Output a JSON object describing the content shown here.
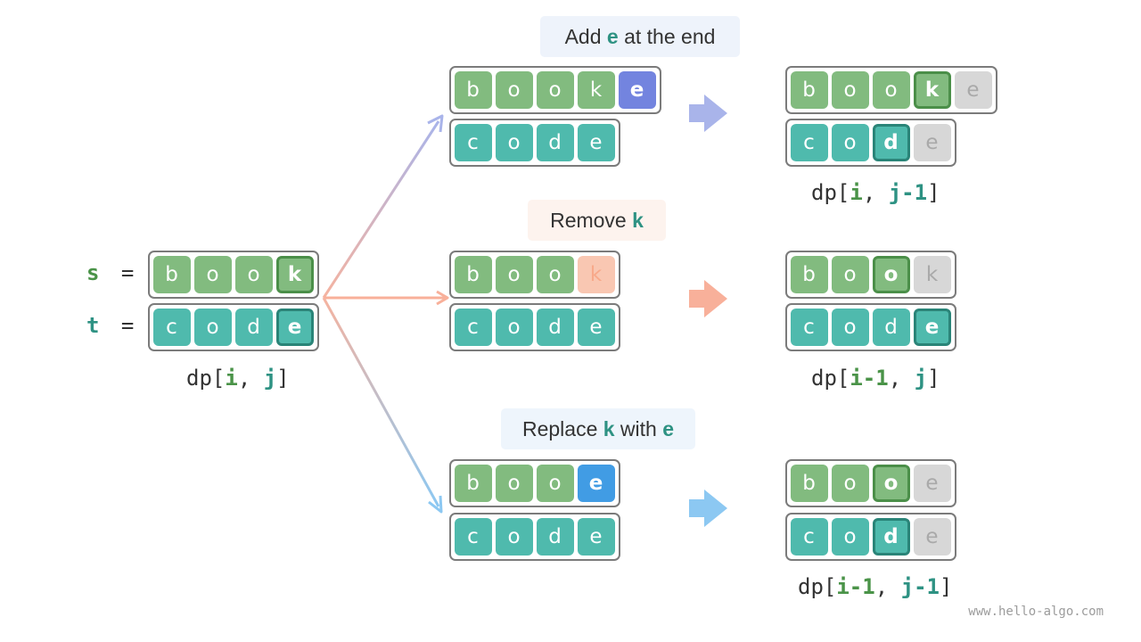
{
  "start": {
    "s_label": "s",
    "t_label": "t",
    "eq": "=",
    "s": [
      "b",
      "o",
      "o",
      "k"
    ],
    "t": [
      "c",
      "o",
      "d",
      "e"
    ],
    "dp": {
      "prefix": "dp[",
      "a": "i",
      "sep": ", ",
      "b": "j",
      "suffix": "]"
    }
  },
  "add": {
    "op": {
      "before": "Add ",
      "letter": "e",
      "after": " at the end"
    },
    "s": [
      "b",
      "o",
      "o",
      "k",
      "e"
    ],
    "t": [
      "c",
      "o",
      "d",
      "e"
    ],
    "res_s": [
      "b",
      "o",
      "o",
      "k",
      "e"
    ],
    "res_t": [
      "c",
      "o",
      "d",
      "e"
    ],
    "dp": {
      "prefix": "dp[",
      "a": "i",
      "sep": ", ",
      "b": "j-1",
      "suffix": "]"
    }
  },
  "remove": {
    "op": {
      "before": "Remove ",
      "letter": "k",
      "after": ""
    },
    "s": [
      "b",
      "o",
      "o",
      "k"
    ],
    "t": [
      "c",
      "o",
      "d",
      "e"
    ],
    "res_s": [
      "b",
      "o",
      "o",
      "k"
    ],
    "res_t": [
      "c",
      "o",
      "d",
      "e"
    ],
    "dp": {
      "prefix": "dp[",
      "a": "i-1",
      "sep": ", ",
      "b": "j",
      "suffix": "]"
    }
  },
  "replace": {
    "op": {
      "before": "Replace ",
      "letter": "k",
      "mid": " with ",
      "letter2": "e"
    },
    "s": [
      "b",
      "o",
      "o",
      "e"
    ],
    "t": [
      "c",
      "o",
      "d",
      "e"
    ],
    "res_s": [
      "b",
      "o",
      "o",
      "e"
    ],
    "res_t": [
      "c",
      "o",
      "d",
      "e"
    ],
    "dp": {
      "prefix": "dp[",
      "a": "i-1",
      "sep": ", ",
      "b": "j-1",
      "suffix": "]"
    }
  },
  "colors": {
    "green": "#82bb7f",
    "teal": "#4fbaad",
    "purple": "#7384df",
    "peach": "#f9c7b2",
    "blue": "#419ce4",
    "gray": "#d7d7d7",
    "arrow_add": "#a9b4ea",
    "arrow_remove": "#f8b09a",
    "arrow_replace": "#8cc8f2"
  },
  "watermark": "www.hello-algo.com"
}
